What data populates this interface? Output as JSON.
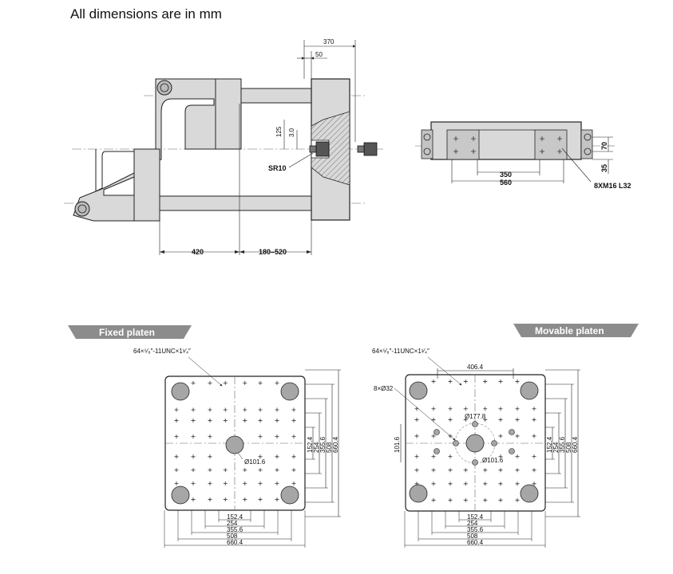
{
  "heading": "All dimensions are in mm",
  "colors": {
    "part_fill": "#d9d9d9",
    "banner": "#8c8c8c",
    "line": "#222222",
    "hole": "#a6a6a6"
  },
  "side_view": {
    "dim_370": "370",
    "dim_50": "50",
    "dim_125": "125",
    "dim_3_0": "3.0",
    "sr10": "SR10",
    "dim_420": "420",
    "dim_180_520": "180–520"
  },
  "end_view": {
    "dim_350": "350",
    "dim_560": "560",
    "dim_70": "70",
    "dim_35": "35",
    "bolts": "8XM16 L32"
  },
  "fixed_platen": {
    "banner": "Fixed platen",
    "thread_note": "64×⁵⁄₈″-11UNC×1¹⁄₄″",
    "center_hole": "Ø101.6",
    "vdims": [
      "152.4",
      "254",
      "355.6",
      "508",
      "660.4"
    ],
    "hdims": [
      "152.4",
      "254",
      "355.6",
      "508",
      "660.4"
    ]
  },
  "movable_platen": {
    "banner": "Movable platen",
    "thread_note": "64×⁵⁄₈″-11UNC×1¹⁄₄″",
    "top_dim": "406.4",
    "holes_note": "8×Ø32",
    "bolt_circle": "Ø177.8",
    "center_hole": "Ø101.6",
    "left_dim": "101.6",
    "vdims": [
      "152.4",
      "254",
      "355.6",
      "508",
      "660.4"
    ],
    "hdims": [
      "152.4",
      "254",
      "355.6",
      "508",
      "660.4"
    ]
  }
}
